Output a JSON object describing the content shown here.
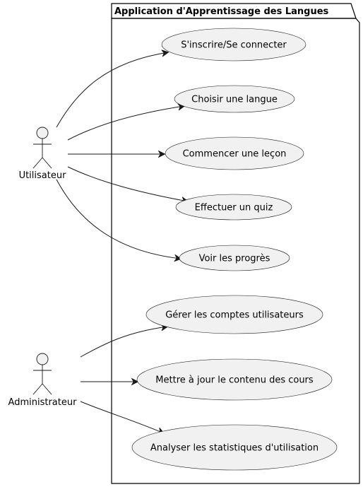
{
  "package": {
    "title": "Application d'Apprentissage des Langues"
  },
  "actors": {
    "user": {
      "label": "Utilisateur"
    },
    "admin": {
      "label": "Administrateur"
    }
  },
  "use_cases": {
    "register": {
      "label": "S'inscrire/Se connecter"
    },
    "choose_language": {
      "label": "Choisir une langue"
    },
    "start_lesson": {
      "label": "Commencer une leçon"
    },
    "take_quiz": {
      "label": "Effectuer un quiz"
    },
    "view_progress": {
      "label": "Voir les progrès"
    },
    "manage_accounts": {
      "label": "Gérer les comptes utilisateurs"
    },
    "update_content": {
      "label": "Mettre à jour le contenu des cours"
    },
    "analyze_stats": {
      "label": "Analyser les statistiques d'utilisation"
    }
  },
  "associations": [
    {
      "from": "Utilisateur",
      "to": "S'inscrire/Se connecter"
    },
    {
      "from": "Utilisateur",
      "to": "Choisir une langue"
    },
    {
      "from": "Utilisateur",
      "to": "Commencer une leçon"
    },
    {
      "from": "Utilisateur",
      "to": "Effectuer un quiz"
    },
    {
      "from": "Utilisateur",
      "to": "Voir les progrès"
    },
    {
      "from": "Administrateur",
      "to": "Gérer les comptes utilisateurs"
    },
    {
      "from": "Administrateur",
      "to": "Mettre à jour le contenu des cours"
    },
    {
      "from": "Administrateur",
      "to": "Analyser les statistiques d'utilisation"
    }
  ]
}
